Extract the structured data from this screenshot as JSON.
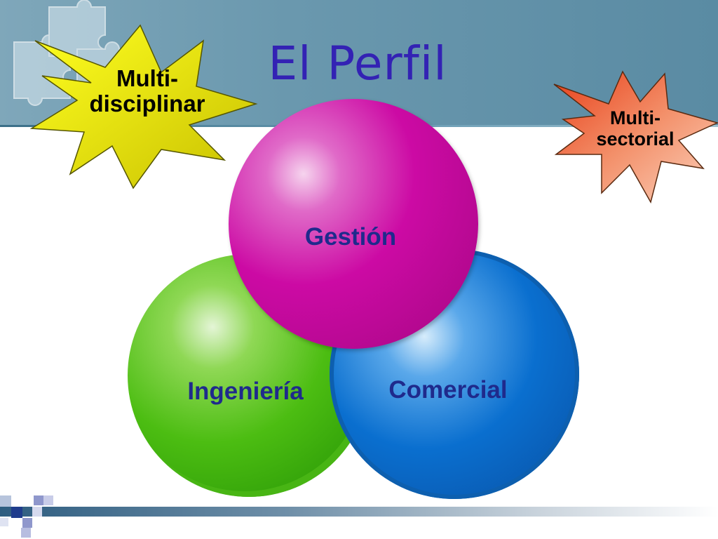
{
  "slide": {
    "title": "El Perfil"
  },
  "stars": {
    "left": {
      "line1": "Multi-",
      "line2": "disciplinar"
    },
    "right": {
      "line1": "Multi-",
      "line2": "sectorial"
    }
  },
  "circles": {
    "top": "Gestión",
    "left": "Ingeniería",
    "right": "Comercial"
  },
  "colors": {
    "title": "#3322b4",
    "label": "#1f2a8c",
    "star_left": "#e8e800",
    "star_right": "#f08a60",
    "circle_top": "#cc0aa4",
    "circle_left": "#55c01a",
    "circle_right": "#0a6fcf"
  },
  "icons": [
    "puzzle-pieces-icon",
    "starburst-shape",
    "decorative-squares-icon"
  ]
}
